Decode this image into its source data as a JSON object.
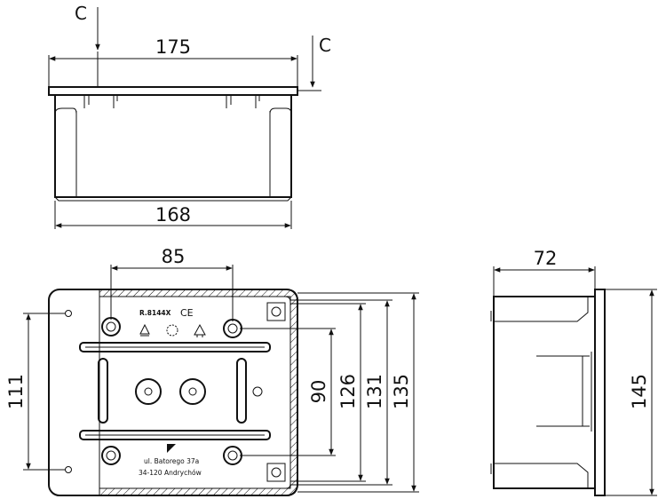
{
  "section_marks": {
    "left": "C",
    "right": "C"
  },
  "top_view": {
    "width_top": "175",
    "width_bottom": "168"
  },
  "front_view": {
    "width_85": "85",
    "height_111": "111",
    "height_90": "90",
    "height_126": "126",
    "height_131": "131",
    "height_135": "135",
    "model": "R.8144X",
    "ce_mark": "CE",
    "address_line1": "ul. Batorego 37a",
    "address_line2": "34-120 Andrychów"
  },
  "side_view": {
    "depth_72": "72",
    "height_145": "145"
  }
}
